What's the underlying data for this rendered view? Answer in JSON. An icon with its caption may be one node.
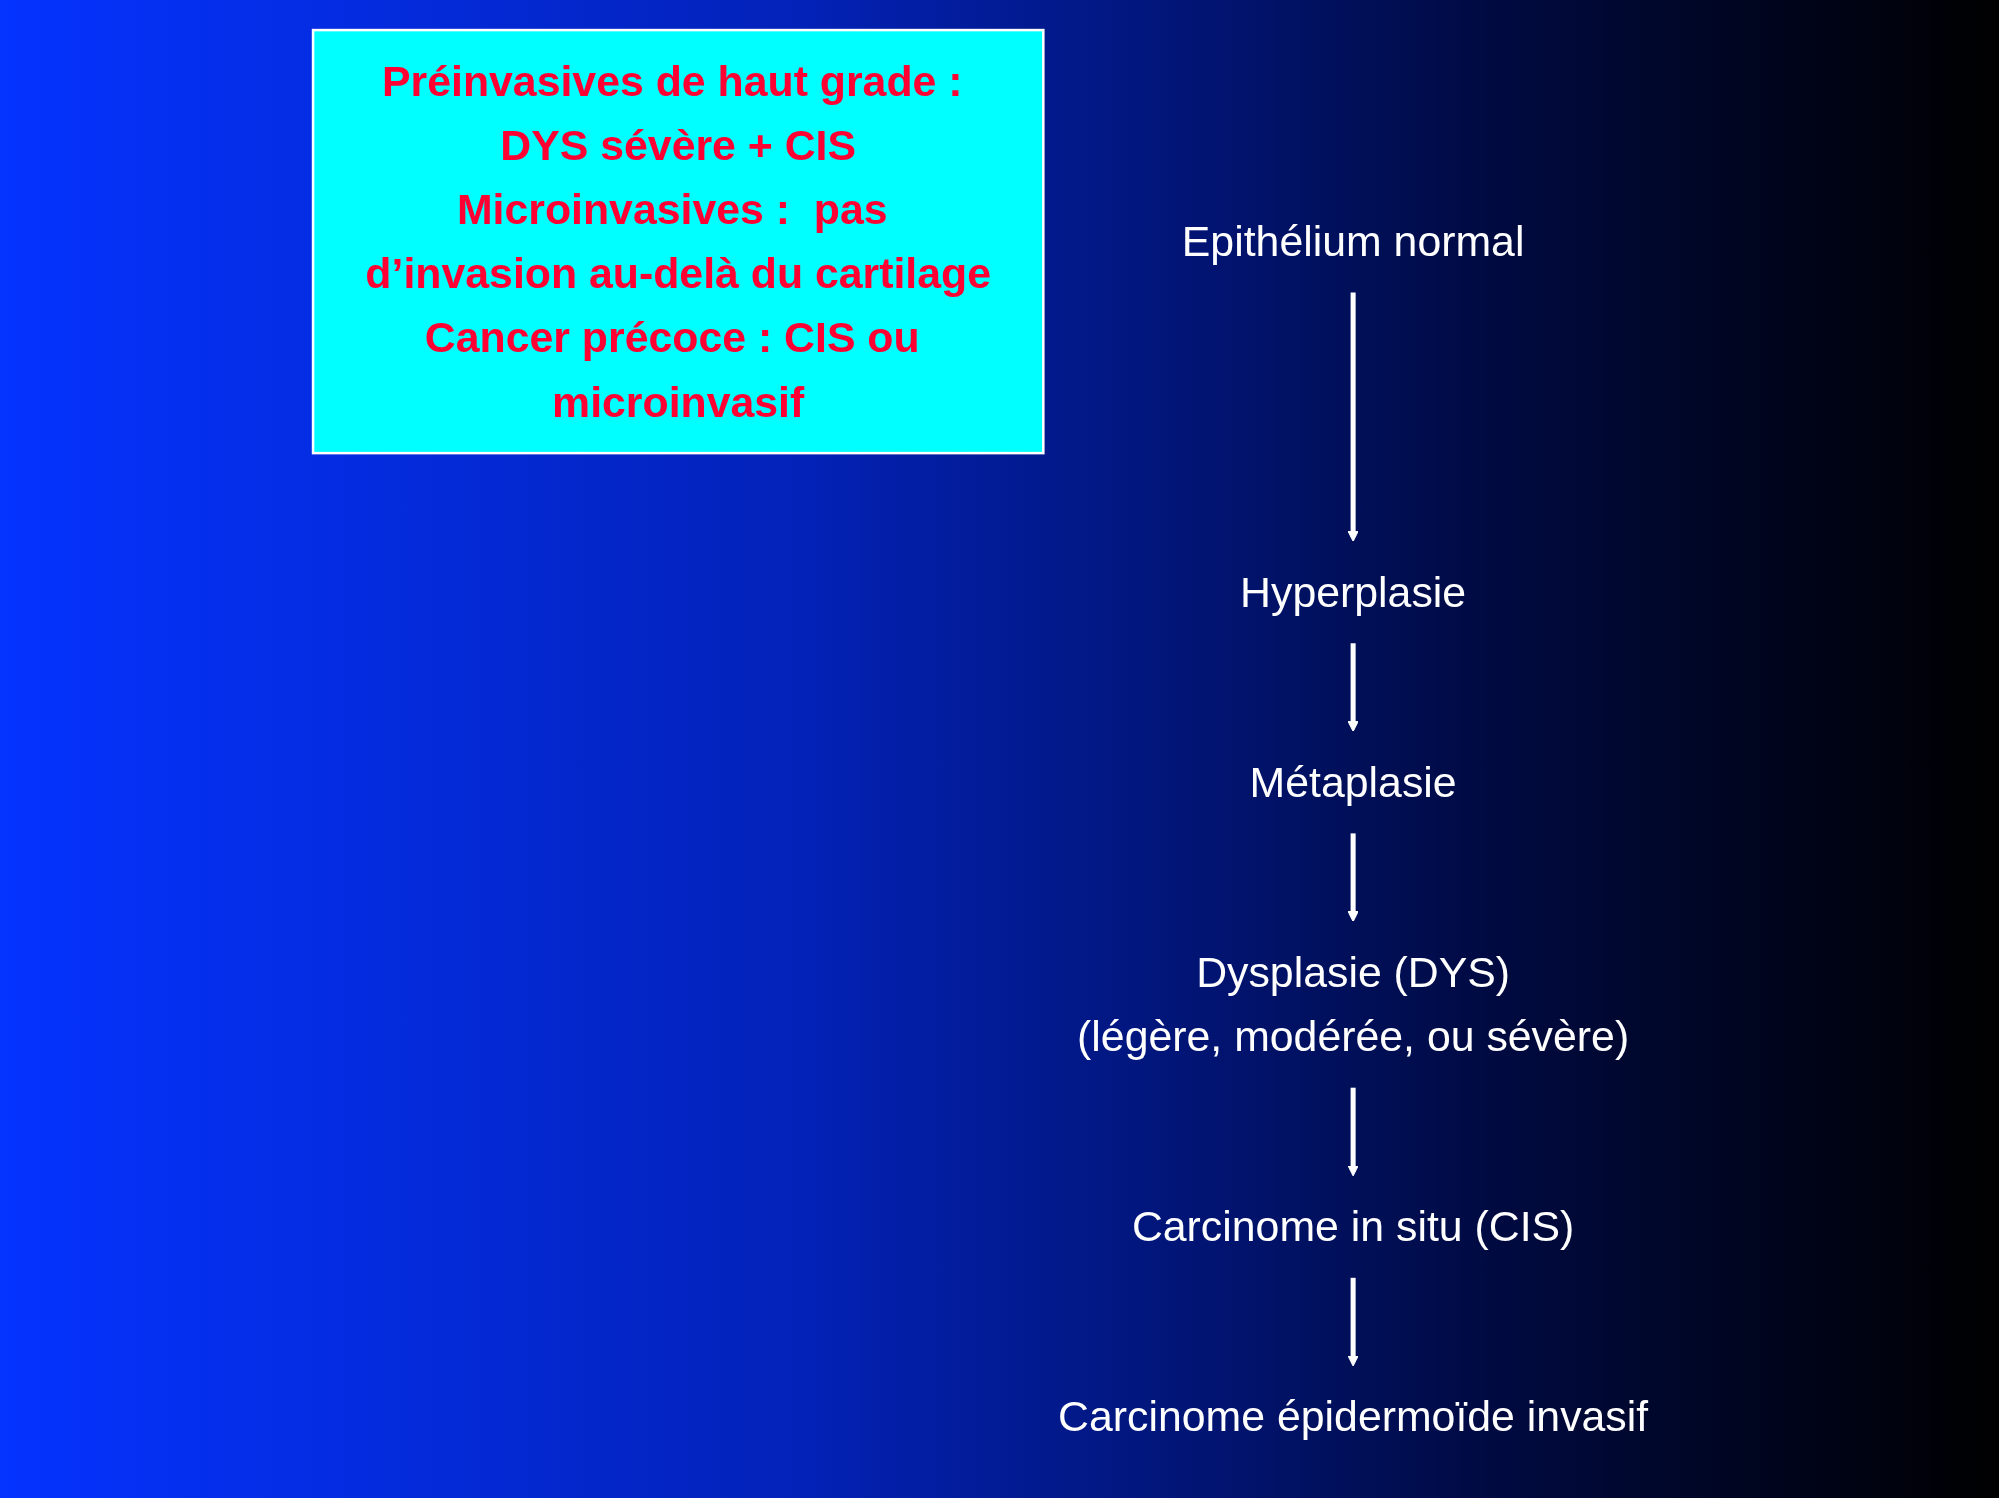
{
  "diagram": {
    "nodes": [
      {
        "text": [
          "Métaplasie"
        ]
      },
      {
        "text": [
          "Dysplasie (DYS)",
          "(légère, modérée, ou sévère)"
        ]
      },
      {
        "text": [
          "Préinvasives de haut grade : DYS sévère + CIS",
          "Microinvasives :  pas d’invasion au-delà du cartilage",
          "Cancer précoce : CIS ou microinvasif"
        ]
      },
      {
        "text": [
          "Hyperplasie"
        ]
      },
      {
        "text": [
          "Carcinome in situ (CIS)"
        ]
      },
      {
        "text": [
          "Epithélium normal"
        ]
      },
      {
        "text": [
          "Carcinome épidermoïde invasif"
        ]
      }
    ],
    "edges": [
      {
        "from": 5,
        "to": 3,
        "arrow": "to"
      },
      {
        "from": 3,
        "to": 0,
        "arrow": "to"
      },
      {
        "from": 0,
        "to": 1,
        "arrow": "to"
      },
      {
        "from": 1,
        "to": 4,
        "arrow": "to"
      },
      {
        "from": 4,
        "to": 6,
        "arrow": "to"
      }
    ]
  }
}
